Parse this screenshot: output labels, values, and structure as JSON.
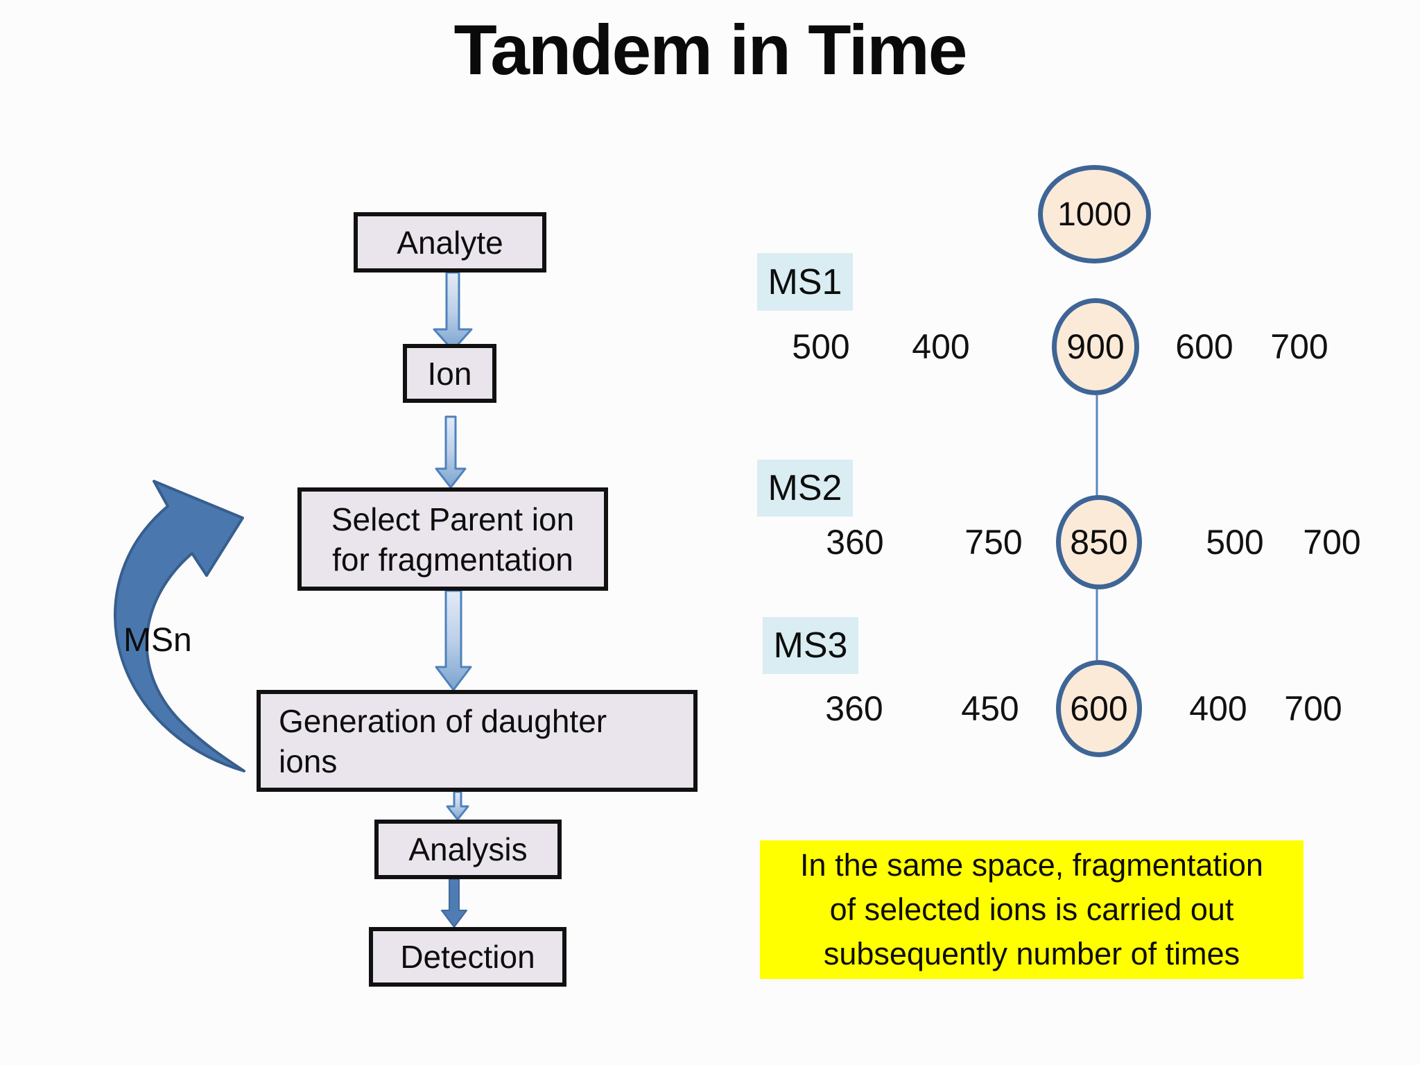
{
  "title": "Tandem in Time",
  "colors": {
    "accent_blue": "#4f81bd",
    "arrow_fill_dark": "#4a78ae",
    "box_fill": "#eae5ec",
    "box_border": "#111111",
    "badge_fill": "#d9edf2",
    "ellipse_fill": "#fcead9",
    "ellipse_stroke": "#3e6596",
    "note_highlight": "#ffff00"
  },
  "flow": {
    "analyte": "Analyte",
    "ion": "Ion",
    "select_line1": "Select Parent ion",
    "select_line2": "for fragmentation",
    "generation_line1": "Generation of daughter",
    "generation_line2": "ions",
    "analysis": "Analysis",
    "detection": "Detection",
    "loop_label": "MSn"
  },
  "spectra": {
    "precursor": "1000",
    "ms1": {
      "label": "MS1",
      "v1": "500",
      "v2": "400",
      "selected": "900",
      "v3": "600",
      "v4": "700"
    },
    "ms2": {
      "label": "MS2",
      "v1": "360",
      "v2": "750",
      "selected": "850",
      "v3": "500",
      "v4": "700"
    },
    "ms3": {
      "label": "MS3",
      "v1": "360",
      "v2": "450",
      "selected": "600",
      "v3": "400",
      "v4": "700"
    }
  },
  "note": {
    "line1": "In the same space, fragmentation",
    "line2": "of selected ions is carried out",
    "line3": "subsequently number of times"
  }
}
